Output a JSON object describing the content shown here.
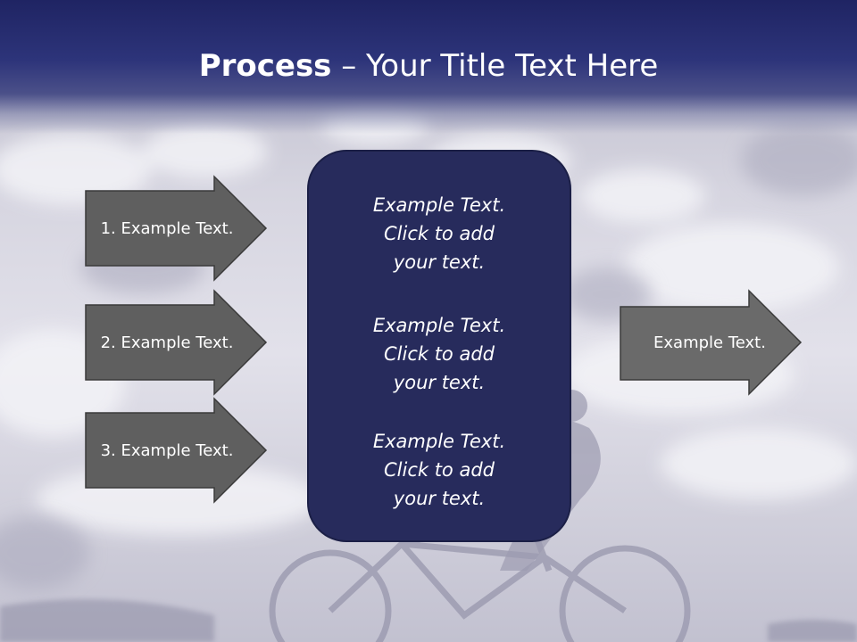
{
  "slide": {
    "title_bold": "Process",
    "title_rest": " – Your Title Text Here",
    "left_steps": [
      {
        "label": "1. Example Text."
      },
      {
        "label": "2. Example Text."
      },
      {
        "label": "3. Example Text."
      }
    ],
    "center_blocks": [
      {
        "line1": "Example Text.",
        "line2": "Click  to add",
        "line3": "your text."
      },
      {
        "line1": "Example Text.",
        "line2": "Click  to add",
        "line3": "your text."
      },
      {
        "line1": "Example Text.",
        "line2": "Click  to add",
        "line3": "your text."
      }
    ],
    "right_output": {
      "label": "Example Text."
    }
  },
  "colors": {
    "header": "#2d347a",
    "center_box": "#272b5c",
    "arrow_fill": "#5f5f5f",
    "text": "#ffffff"
  }
}
